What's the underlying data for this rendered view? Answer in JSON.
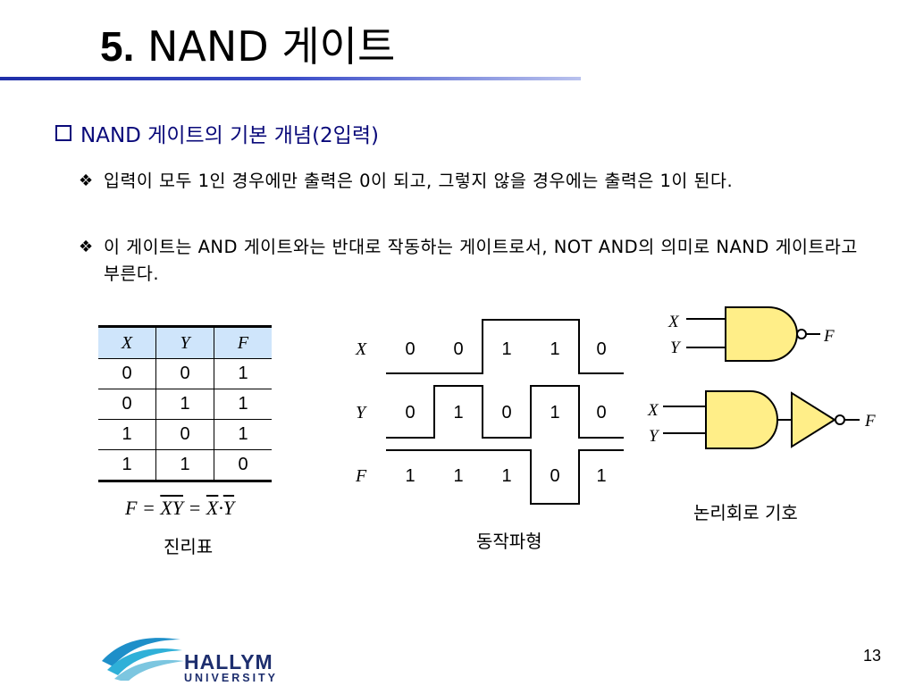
{
  "title": {
    "number": "5.",
    "text": "NAND 게이트"
  },
  "subheading": "NAND 게이트의 기본 개념(2입력)",
  "bullets": [
    {
      "symbol": "❖",
      "text": "입력이 모두 1인 경우에만 출력은 0이 되고, 그렇지 않을 경우에는 출력은 1이 된다."
    },
    {
      "symbol": "❖",
      "text": "이 게이트는 AND 게이트와는 반대로 작동하는 게이트로서, NOT AND의 의미로 NAND 게이트라고 부른다."
    }
  ],
  "truth_table": {
    "headers": [
      "X",
      "Y",
      "F"
    ],
    "rows": [
      [
        "0",
        "0",
        "1"
      ],
      [
        "0",
        "1",
        "1"
      ],
      [
        "1",
        "0",
        "1"
      ],
      [
        "1",
        "1",
        "0"
      ]
    ],
    "header_color": "#cfe5fb"
  },
  "formula": {
    "lhs": "F",
    "eq": "=",
    "xy": "XY",
    "x": "X",
    "dot": "·",
    "y": "Y"
  },
  "captions": {
    "truth_table": "진리표",
    "waveform": "동작파형",
    "logic_symbol": "논리회로 기호"
  },
  "waveform": {
    "signals": [
      {
        "name": "X",
        "values": [
          "0",
          "0",
          "1",
          "1",
          "0"
        ]
      },
      {
        "name": "Y",
        "values": [
          "0",
          "1",
          "0",
          "1",
          "0"
        ]
      },
      {
        "name": "F",
        "values": [
          "1",
          "1",
          "1",
          "0",
          "1"
        ]
      }
    ]
  },
  "logic_symbols": {
    "nand": {
      "input1": "X",
      "input2": "Y",
      "output": "F"
    },
    "and_not": {
      "input1": "X",
      "input2": "Y",
      "output": "F"
    },
    "gate_fill": "#ffee88"
  },
  "footer": {
    "page_number": "13",
    "logo_name": "HALLYM",
    "logo_sub": "UNIVERSITY"
  },
  "colors": {
    "title_rule": "#1f2fa8",
    "subheading": "#0a0a7a",
    "logo": "#1d2e6e"
  }
}
